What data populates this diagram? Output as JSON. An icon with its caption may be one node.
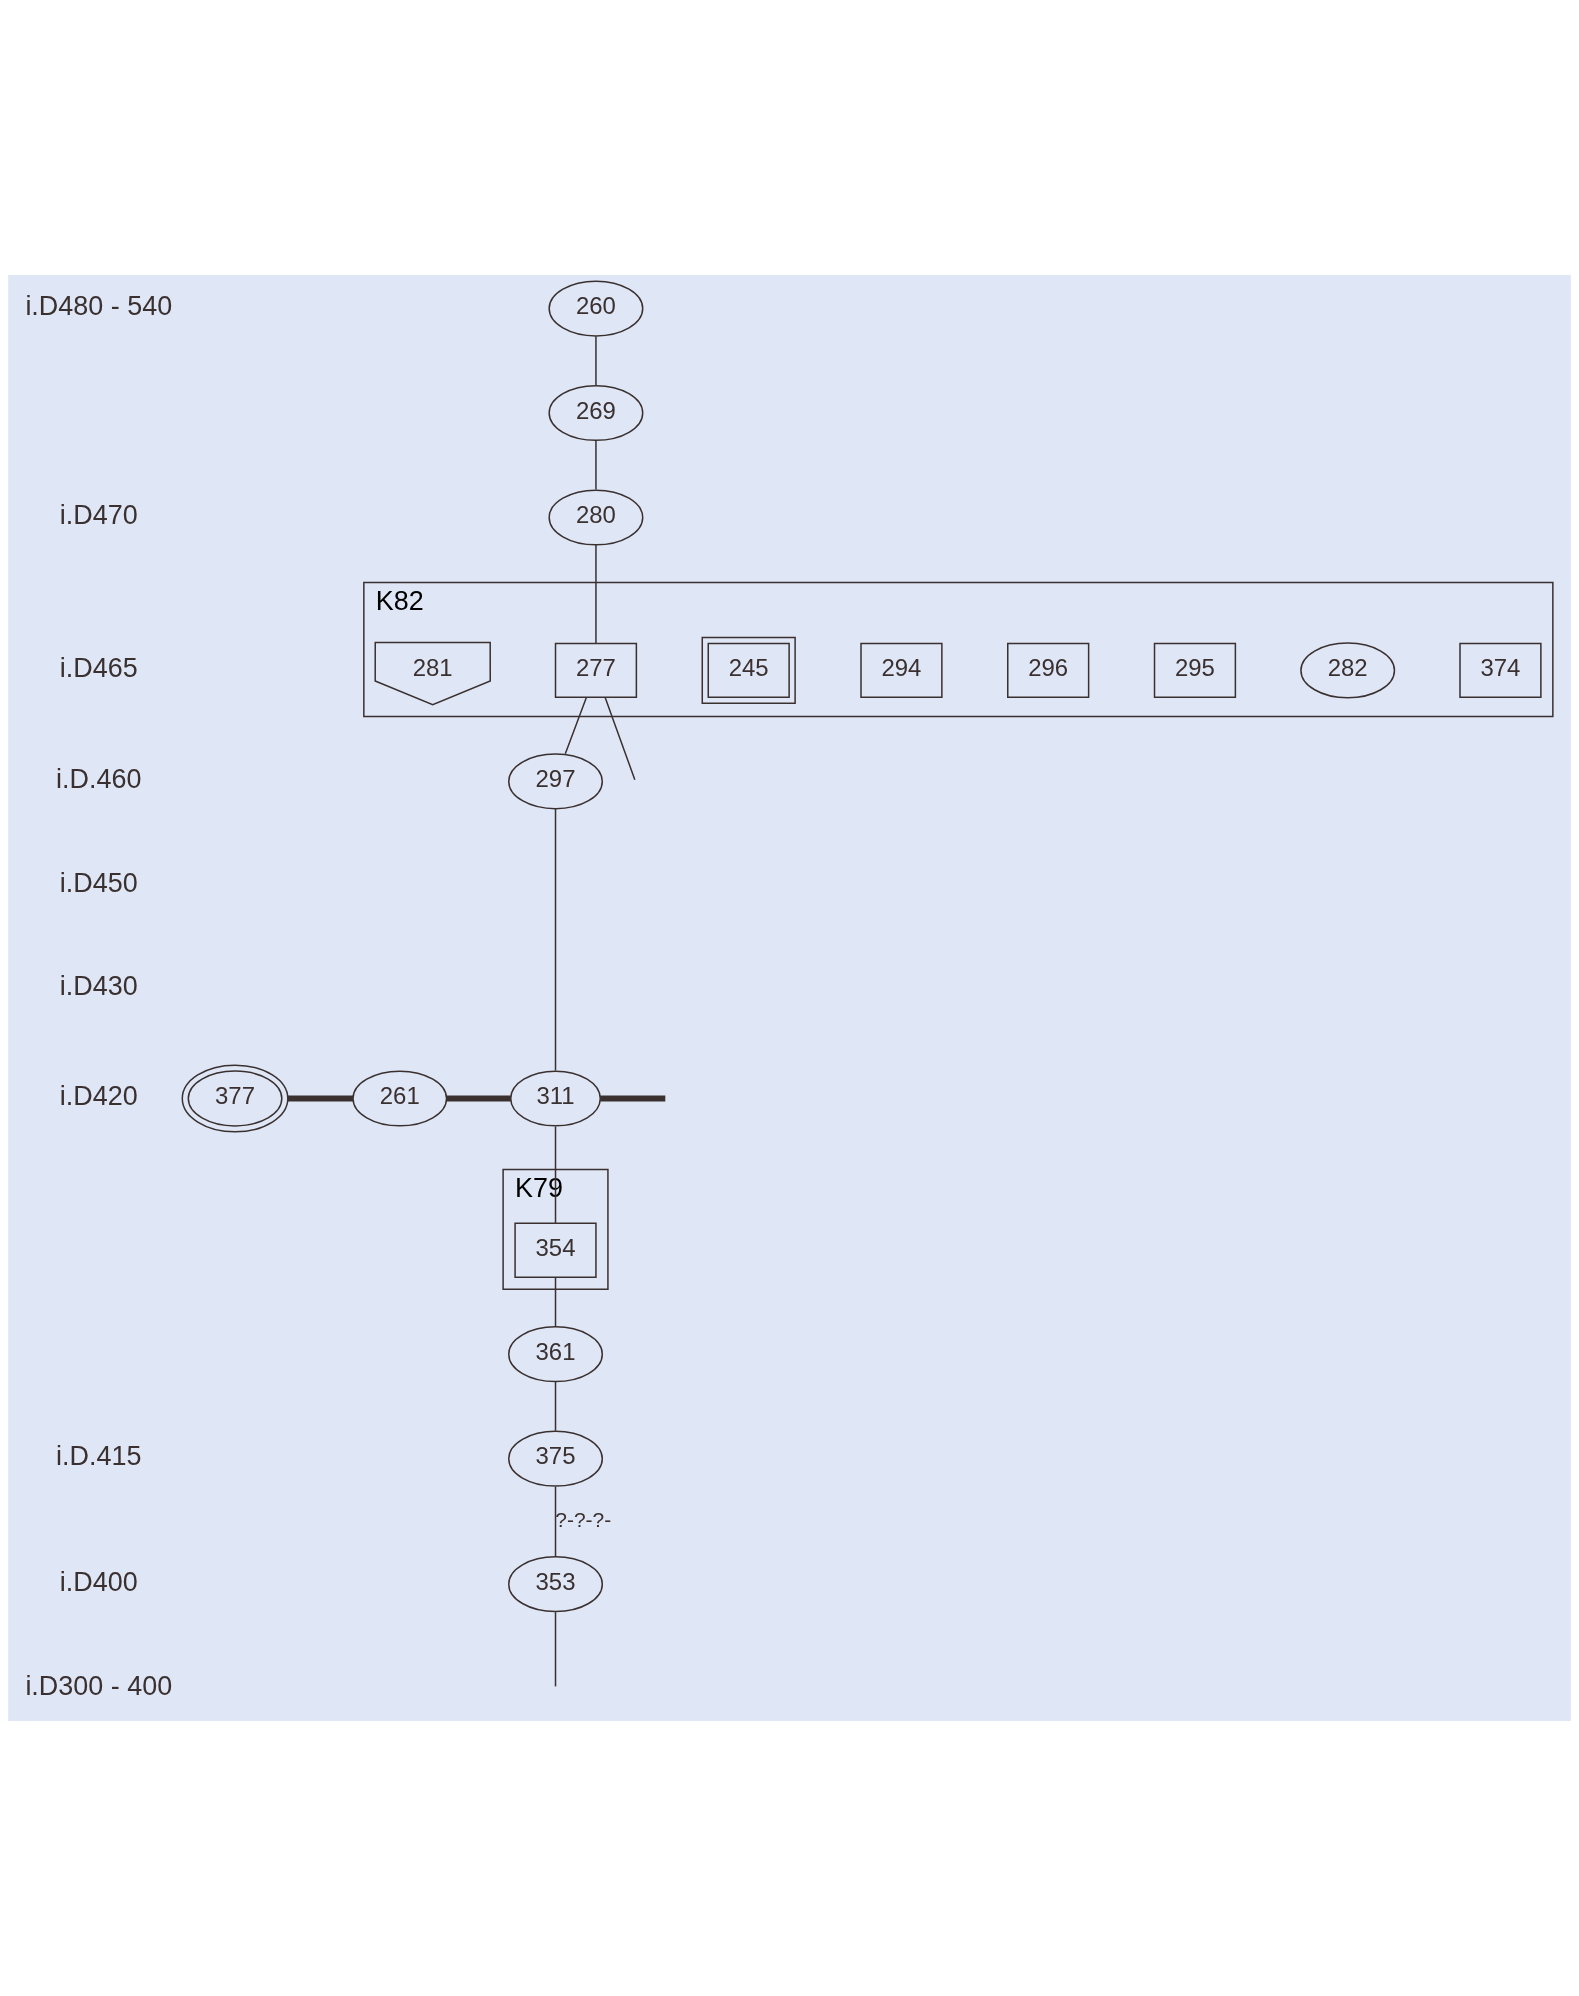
{
  "diagram": {
    "nodes": [
      {
        "text": [
          "260"
        ]
      },
      {
        "text": [
          "269"
        ]
      },
      {
        "text": [
          "280"
        ]
      },
      {
        "text": [
          "K82"
        ]
      },
      {
        "text": [
          "281"
        ],
        "in": 3
      },
      {
        "text": [
          "277"
        ],
        "in": 3
      },
      {
        "text": [
          "245"
        ],
        "in": 3
      },
      {
        "text": [
          "294"
        ],
        "in": 3
      },
      {
        "text": [
          "296"
        ],
        "in": 3
      },
      {
        "text": [
          "295"
        ],
        "in": 3
      },
      {
        "text": [
          "282"
        ],
        "in": 3
      },
      {
        "text": [
          "374"
        ],
        "in": 3
      },
      {
        "text": [
          "297"
        ]
      },
      {
        "text": [
          "377"
        ]
      },
      {
        "text": [
          "261"
        ]
      },
      {
        "text": [
          "311"
        ]
      },
      {
        "text": [
          "K79"
        ]
      },
      {
        "text": [
          "354"
        ],
        "in": 16
      },
      {
        "text": [
          "361"
        ]
      },
      {
        "text": [
          "375"
        ]
      },
      {
        "text": [
          "353"
        ]
      }
    ],
    "edges": [
      {
        "from": 0,
        "to": 1,
        "arrow": "none"
      },
      {
        "from": 1,
        "to": 2,
        "arrow": "none"
      },
      {
        "from": 2,
        "to": 5,
        "arrow": "none"
      },
      {
        "from": 5,
        "to": null,
        "arrow": "none"
      },
      {
        "from": 5,
        "to": 12,
        "arrow": "none"
      },
      {
        "from": 12,
        "to": 15,
        "arrow": "none"
      },
      {
        "from": 13,
        "to": 14,
        "arrow": "none",
        "style": "thick"
      },
      {
        "from": 14,
        "to": 15,
        "arrow": "none",
        "style": "thick"
      },
      {
        "from": 15,
        "to": null,
        "arrow": "none",
        "style": "thick"
      },
      {
        "from": 15,
        "to": 17,
        "arrow": "none"
      },
      {
        "from": 17,
        "to": 18,
        "arrow": "none"
      },
      {
        "from": 18,
        "to": 19,
        "arrow": "none"
      },
      {
        "from": 19,
        "to": 20,
        "arrow": "none",
        "label": "?-?-?-"
      },
      {
        "from": 20,
        "to": null,
        "arrow": "none"
      }
    ],
    "labels": [
      "i.D480 - 540",
      "i.D470",
      "i.D465",
      "i.D.460",
      "i.D450",
      "i.D430",
      "i.D420",
      "i.D.415",
      "i.D400",
      "i.D300 - 400"
    ]
  }
}
